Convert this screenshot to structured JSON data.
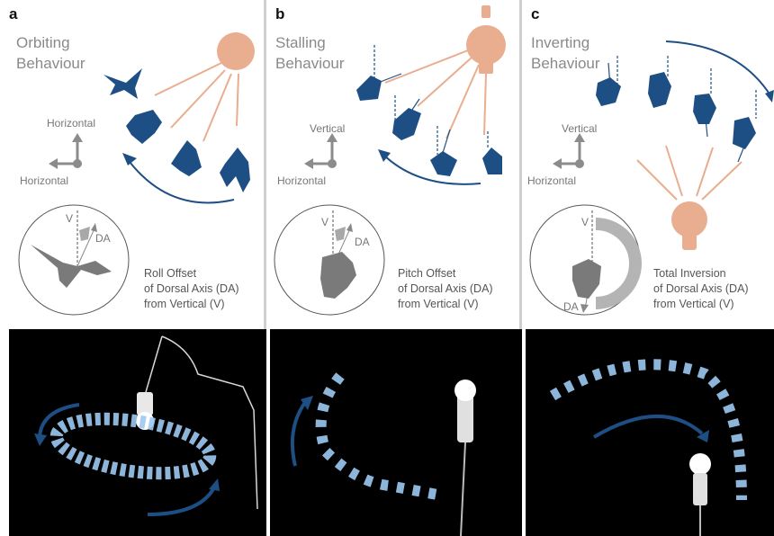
{
  "panels": [
    {
      "letter": "a",
      "title": "Orbiting\nBehaviour",
      "axis_up": "Horizontal",
      "axis_left": "Horizontal",
      "inset_v": "V",
      "inset_da": "DA",
      "caption": "Roll Offset\nof Dorsal Axis (DA)\nfrom Vertical (V)"
    },
    {
      "letter": "b",
      "title": "Stalling\nBehaviour",
      "axis_up": "Vertical",
      "axis_left": "Horizontal",
      "inset_v": "V",
      "inset_da": "DA",
      "caption": "Pitch Offset\nof Dorsal Axis (DA)\nfrom Vertical (V)"
    },
    {
      "letter": "c",
      "title": "Inverting\nBehaviour",
      "axis_up": "Vertical",
      "axis_left": "Horizontal",
      "inset_v": "V",
      "inset_da": "DA",
      "caption": "Total Inversion\nof Dorsal Axis (DA)\nfrom Vertical (V)"
    }
  ],
  "colors": {
    "moth": "#1d4f85",
    "light": "#e9ad90",
    "arrow": "#1d4f85",
    "grey": "#7a7a7a",
    "photo_bg": "#000000",
    "photo_moth": "#9cc9f2"
  }
}
